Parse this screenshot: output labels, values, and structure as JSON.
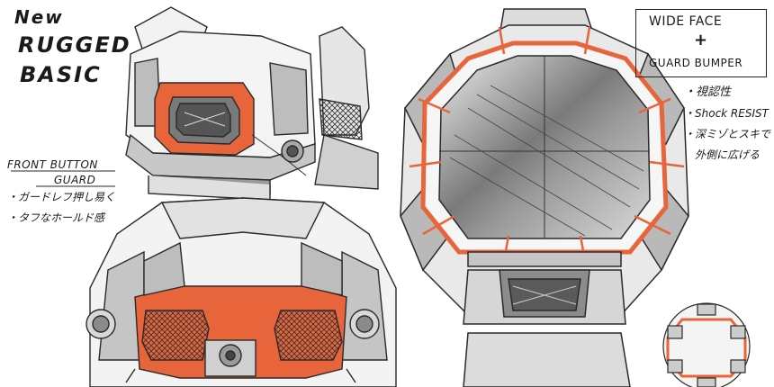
{
  "title": {
    "line1": "New",
    "line2": "RUGGED",
    "line3": "BASIC"
  },
  "front_button_note": {
    "heading1": "FRONT BUTTON",
    "heading2": "GUARD",
    "bullet1": "・ガードレフ押し易く",
    "bullet2": "・タフなホールド感"
  },
  "concept_box": {
    "line1": "WIDE FACE",
    "plus": "+",
    "line2": "GUARD BUMPER"
  },
  "feature_notes": {
    "item1": "・視認性",
    "item2": "・Shock RESIST",
    "item3a": "・深ミゾとスキで",
    "item3b": "外側に広げる"
  },
  "colors": {
    "accent": "#e8643a",
    "ink": "#2a2a2a",
    "shade": "#b8b8b8",
    "paper": "#ffffff"
  }
}
